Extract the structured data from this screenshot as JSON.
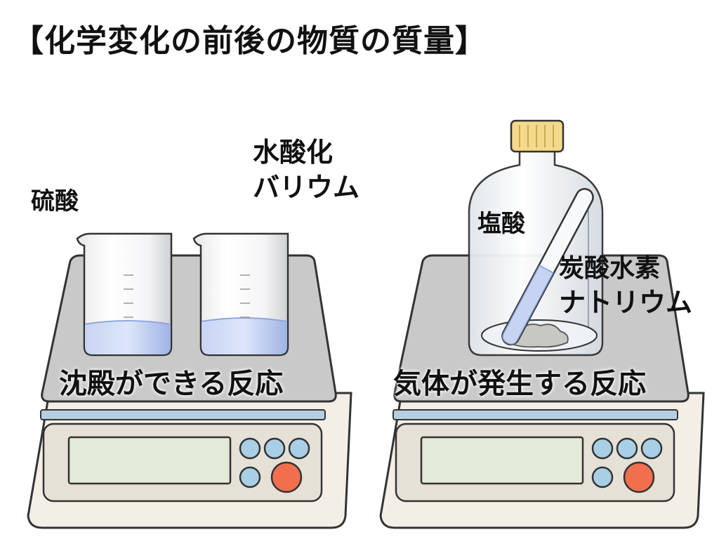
{
  "title": "【化学変化の前後の物質の質量】",
  "left_scene": {
    "reagent_1": "硫酸",
    "reagent_2_line1": "水酸化",
    "reagent_2_line2": "バリウム",
    "caption": "沈殿ができる反応"
  },
  "right_scene": {
    "reagent_1": "塩酸",
    "reagent_2_line1": "炭酸水素",
    "reagent_2_line2": "ナトリウム",
    "caption": "気体が発生する反応"
  },
  "colors": {
    "scale_body": "#f3efe7",
    "scale_top": "#c9c9c9",
    "display": "#e3ead8",
    "button_blue": "#a9cfe6",
    "button_red": "#f26f4e",
    "liquid": "#b9c9ef",
    "bottle_cap": "#f3d98a"
  }
}
